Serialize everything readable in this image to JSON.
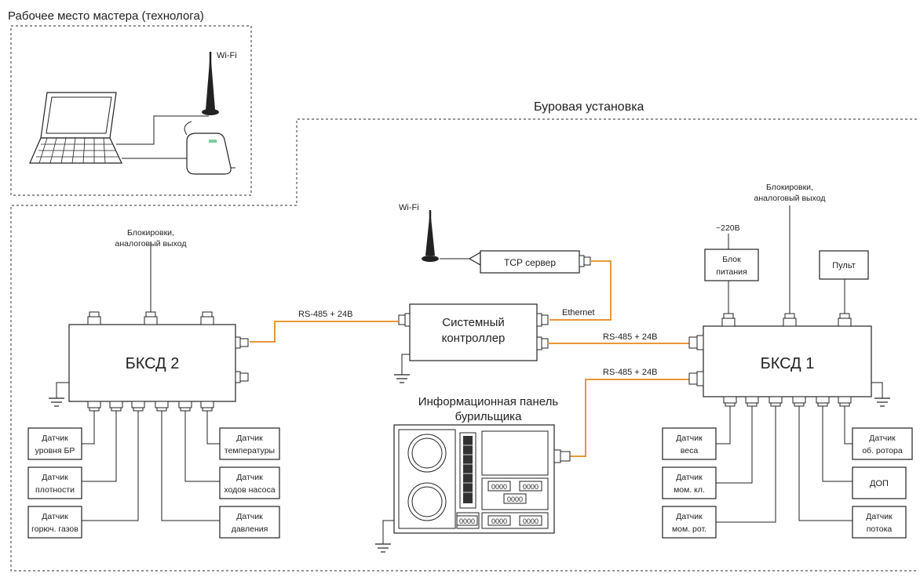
{
  "regions": {
    "master": "Рабочее место мастера (технолога)",
    "rig": "Буровая установка"
  },
  "wifi_laptop": "Wi-Fi",
  "wifi_controller": "Wi-Fi",
  "tcp_server": "TCP сервер",
  "ethernet": "Ethernet",
  "controller": [
    "Системный",
    "контроллер"
  ],
  "bksd2": {
    "title": "БКСД 2",
    "blocking": [
      "Блокировки,",
      "аналоговый выход"
    ],
    "sensors_left": [
      [
        "Датчик",
        "уровня БР"
      ],
      [
        "Датчик",
        "плотности"
      ],
      [
        "Датчик",
        "горюч. газов"
      ]
    ],
    "sensors_right": [
      [
        "Датчик",
        "температуры"
      ],
      [
        "Датчик",
        "ходов насоса"
      ],
      [
        "Датчик",
        "давления"
      ]
    ]
  },
  "bksd1": {
    "title": "БКСД 1",
    "blocking": [
      "Блокировки,",
      "аналоговый выход"
    ],
    "voltage": "~220В",
    "power_block": [
      "Блок",
      "питания"
    ],
    "remote": "Пульт",
    "sensors_left": [
      [
        "Датчик",
        "веса"
      ],
      [
        "Датчик",
        "мом. кл."
      ],
      [
        "Датчик",
        "мом. рот."
      ]
    ],
    "sensors_right": [
      [
        "Датчик",
        "об. ротора"
      ],
      [
        "ДОП"
      ],
      [
        "Датчик",
        "потока"
      ]
    ]
  },
  "links": {
    "rs_left": "RS-485 + 24В",
    "rs_right_top": "RS-485 + 24В",
    "rs_right_bottom": "RS-485 + 24В"
  },
  "info_panel": {
    "title": [
      "Информационная панель",
      "бурильщика"
    ],
    "readouts": [
      "0000",
      "0000",
      "0000",
      "0000",
      "0000",
      "0000"
    ]
  },
  "colors": {
    "line": "#222222",
    "cable": "#e8983a",
    "dashed": "#555555"
  }
}
